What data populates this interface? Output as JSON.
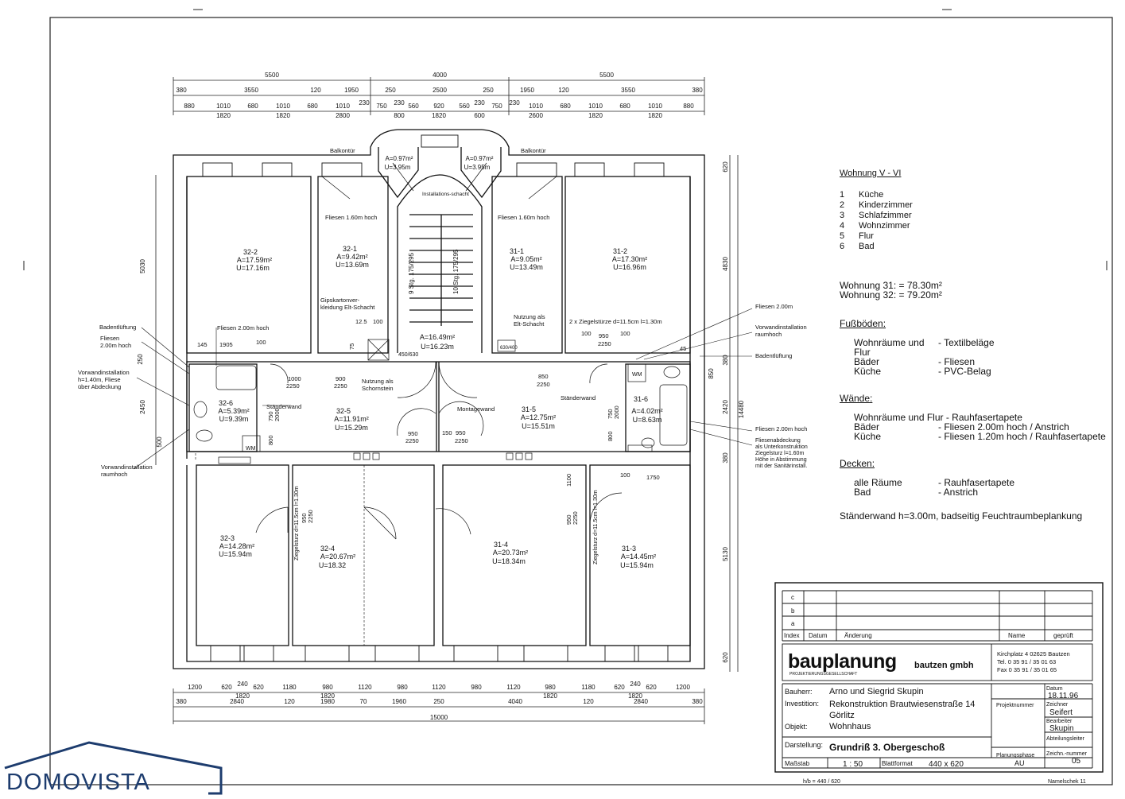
{
  "top_dims": {
    "row1": [
      "5500",
      "4000",
      "5500"
    ],
    "row2": [
      "380",
      "3550",
      "120",
      "1950",
      "250",
      "2500",
      "250",
      "1950",
      "120",
      "3550",
      "380"
    ],
    "row3": [
      "880",
      "1010",
      "680",
      "1010",
      "680",
      "1010",
      "230",
      "750",
      "230",
      "560",
      "920",
      "560",
      "230",
      "750",
      "230",
      "1010",
      "680",
      "1010",
      "680",
      "1010",
      "880"
    ],
    "row3b": [
      "1820",
      "1820",
      "2800",
      "800",
      "1820",
      "600",
      "2600",
      "1820",
      "1820"
    ]
  },
  "bottom_dims": {
    "row1": [
      "1200",
      "620",
      "240",
      "620",
      "1180",
      "980",
      "1120",
      "980",
      "1120",
      "980",
      "1120",
      "980",
      "1180",
      "620",
      "240",
      "620",
      "1200"
    ],
    "row1b": [
      "1820",
      "1820",
      "1820",
      "1820"
    ],
    "row2": [
      "380",
      "2840",
      "120",
      "1980",
      "70",
      "1960",
      "250",
      "4040",
      "120",
      "2840",
      "380"
    ],
    "total": "15000"
  },
  "side_dims": {
    "left": [
      "5030",
      "2450",
      "500",
      "250"
    ],
    "right": [
      "620",
      "4830",
      "850",
      "380",
      "2420",
      "380",
      "5130",
      "620"
    ],
    "total": "14480"
  },
  "rooms": [
    {
      "id": "32-2",
      "area": "A=17.59m²",
      "perim": "U=17.16m"
    },
    {
      "id": "32-1",
      "area": "A=9.42m²",
      "perim": "U=13.69m"
    },
    {
      "id": "31-1",
      "area": "A=9.05m²",
      "perim": "U=13.49m"
    },
    {
      "id": "31-2",
      "area": "A=17.30m²",
      "perim": "U=16.96m"
    },
    {
      "id": "32-6",
      "area": "A=5.39m²",
      "perim": "U=9.39m"
    },
    {
      "id": "32-5",
      "area": "A=11.91m²",
      "perim": "U=15.29m"
    },
    {
      "id": "31-5",
      "area": "A=12.75m²",
      "perim": "U=15.51m"
    },
    {
      "id": "31-6",
      "area": "A=4.02m²",
      "perim": "U=8.63m"
    },
    {
      "id": "32-3",
      "area": "A=14.28m²",
      "perim": "U=15.94m"
    },
    {
      "id": "32-4",
      "area": "A=20.67m²",
      "perim": "U=18.32"
    },
    {
      "id": "31-4",
      "area": "A=20.73m²",
      "perim": "U=18.34m"
    },
    {
      "id": "31-3",
      "area": "A=14.45m²",
      "perim": "U=15.94m"
    },
    {
      "id": "",
      "area": "A=16.49m²",
      "perim": "U=16.23m"
    },
    {
      "id": "",
      "area": "A=0.97m²",
      "perim": "U=3.95m"
    },
    {
      "id": "",
      "area": "A=0.97m²",
      "perim": "U=3.95m"
    }
  ],
  "annotations": {
    "balkontuer": "Balkontür",
    "installationsschacht": "Installations-schacht",
    "fliesen160": "Fliesen 1.60m hoch",
    "fliesen200": "Fliesen 2.00m hoch",
    "fliesen200b": "Fliesen 2.00m",
    "badentlueftung": "Badentlüftung",
    "fliesen_l1": "Fliesen",
    "fliesen_l2": "2.00m hoch",
    "vorwand1_l1": "Vorwandinstallation",
    "vorwand1_l2": "h=1.40m, Fliese",
    "vorwand1_l3": "über Abdeckung",
    "vorwand2_l1": "Vorwandinstallation",
    "vorwand2_l2": "raumhoch",
    "vorwand3_l1": "Vorwandinstallation",
    "vorwand3_l2": "raumhoch",
    "gips_l1": "Gipskartonver-",
    "gips_l2": "kleidung Elt-Schacht",
    "nutzung_elt_l1": "Nutzung als",
    "nutzung_elt_l2": "Elt-Schacht",
    "nutzung_sch_l1": "Nutzung als",
    "nutzung_sch_l2": "Schornstein",
    "staenderwand": "Ständerwand",
    "montagewand": "Montagewand",
    "ziegelstuerze": "2 x Ziegelstürze d=11.5cm l=1.30m",
    "stair1": "9 Stg. 175/295",
    "stair2": "10 Stg. 175/295",
    "schacht": "450/630",
    "wm": "WM",
    "fe1": "Fliesenabdeckung",
    "fe2": "als Unterkonstruktion",
    "fe3": "Ziegelsturz l=1.60m",
    "fe4": "Höhe in Abstimmung",
    "fe5": "mit der Sanitärinstall.",
    "zsturz": "Ziegelsturz d=11.5cm l=1.30m",
    "d1000": "1000",
    "d2250": "2250",
    "d900": "900",
    "d850": "850",
    "d950": "950",
    "d145": "145",
    "d1905": "1905",
    "d100": "100",
    "d125": "12.5",
    "d75": "75",
    "d150": "150",
    "d750": "750",
    "d2000": "2000",
    "d800": "800",
    "d45": "45",
    "d1750": "1750",
    "d1100": "1100",
    "d630": "630/400"
  },
  "legend": {
    "title": "Wohnung V - VI",
    "rooms": [
      [
        "1",
        "Küche"
      ],
      [
        "2",
        "Kinderzimmer"
      ],
      [
        "3",
        "Schlafzimmer"
      ],
      [
        "4",
        "Wohnzimmer"
      ],
      [
        "5",
        "Flur"
      ],
      [
        "6",
        "Bad"
      ]
    ],
    "area1": "Wohnung 31: = 78.30m²",
    "area2": "Wohnung 32: = 79.20m²",
    "fb_title": "Fußböden:",
    "fb": [
      [
        "Wohnräume und Flur",
        "- Textilbeläge"
      ],
      [
        "Bäder",
        "- Fliesen"
      ],
      [
        "Küche",
        "- PVC-Belag"
      ]
    ],
    "w_title": "Wände:",
    "w0": "Wohnräume und Flur - Rauhfasertapete",
    "w": [
      [
        "Bäder",
        "- Fliesen 2.00m hoch / Anstrich"
      ],
      [
        "Küche",
        "- Fliesen 1.20m hoch / Rauhfasertapete"
      ]
    ],
    "d_title": "Decken:",
    "d": [
      [
        "alle Räume",
        "- Rauhfasertapete"
      ],
      [
        "Bad",
        "- Anstrich"
      ]
    ],
    "sw": "Ständerwand h=3.00m, badseitig Feuchtraumbeplankung"
  },
  "titleblock": {
    "rev": [
      "c",
      "b",
      "a"
    ],
    "index": "Index",
    "datum": "Datum",
    "aenderung": "Änderung",
    "name": "Name",
    "geprueft": "geprüft",
    "company": "bauplanung",
    "company2": "bautzen gmbh",
    "company_sub": "PROJEKTIERUNGSGESELLSCHAFT",
    "addr1": "Kirchplatz 4     02625 Bautzen",
    "addr2": "Tel. 0 35 91 / 35 01 63",
    "addr3": "Fax 0 35 91 / 35 01 65",
    "bauherr_l": "Bauherr:",
    "bauherr": "Arno und Siegrid Skupin",
    "inv_l": "Investition:",
    "inv1": "Rekonstruktion Brautwiesenstraße 14",
    "inv2": "Görlitz",
    "obj_l": "Objekt:",
    "obj": "Wohnhaus",
    "dar_l": "Darstellung:",
    "dar": "Grundriß 3. Obergeschoß",
    "proj_l": "Projektnummer",
    "datum_l": "Datum",
    "datum_v": "18.11.96",
    "zeich_l": "Zeichner",
    "zeich_v": "Seifert",
    "bearb_l": "Bearbeiter",
    "bearb_v": "Skupin",
    "abt_l": "Abteilungsleiter",
    "phase_l": "Planungsphase",
    "phase_v": "AU",
    "znr_l": "Zeichn.-nummer",
    "znr_v": "05",
    "mass_l": "Maßstab",
    "mass_v": "1 : 50",
    "blatt_l": "Blattformat",
    "blatt_v": "440 x 620",
    "hb": "h/b = 440 / 620",
    "namen": "Namelschek 11"
  },
  "brand": {
    "name": "DOMOVISTA"
  }
}
